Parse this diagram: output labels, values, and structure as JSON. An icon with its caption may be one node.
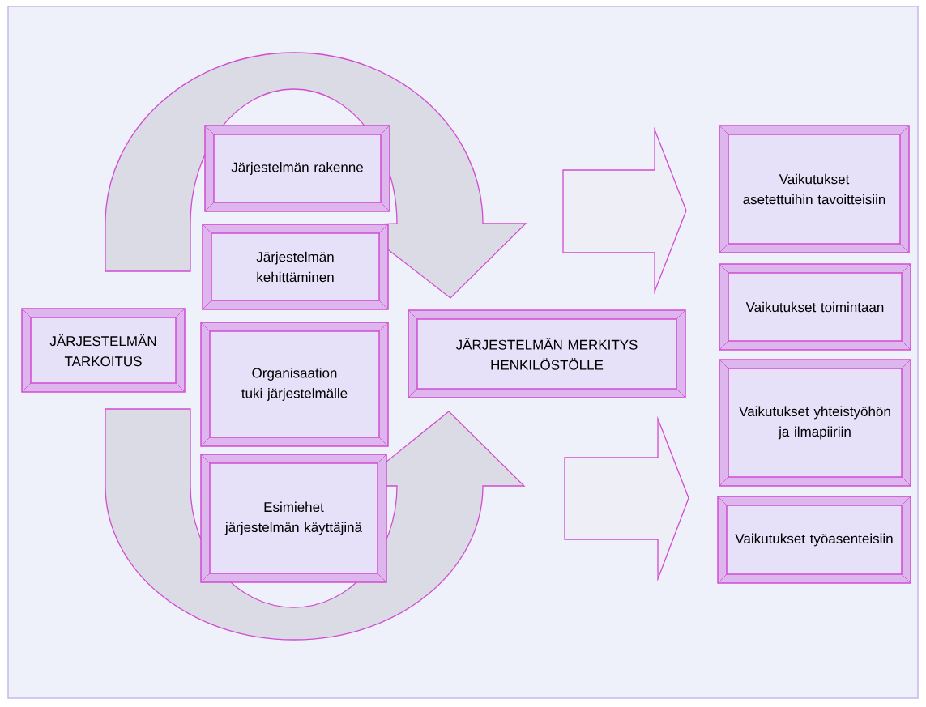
{
  "diagram": {
    "nodes": [
      {
        "text": [
          "JÄRJESTELMÄN TARKOITUS"
        ]
      },
      {
        "text": [
          "Järjestelmän rakenne"
        ]
      },
      {
        "text": [
          "Järjestelmän kehittäminen"
        ]
      },
      {
        "text": [
          "Organisaation tuki järjestelmälle"
        ]
      },
      {
        "text": [
          "Esimiehet järjestelmän käyttäjinä"
        ]
      },
      {
        "text": [
          "JÄRJESTELMÄN MERKITYS HENKILÖSTÖLLE"
        ]
      },
      {
        "text": [
          "Vaikutukset asetettuihin tavoitteisiin"
        ]
      },
      {
        "text": [
          "Vaikutukset toimintaan"
        ]
      },
      {
        "text": [
          "Vaikutukset yhteistyöhön ja ilmapiiriin"
        ]
      },
      {
        "text": [
          "Vaikutukset työasenteisiin"
        ]
      }
    ]
  }
}
